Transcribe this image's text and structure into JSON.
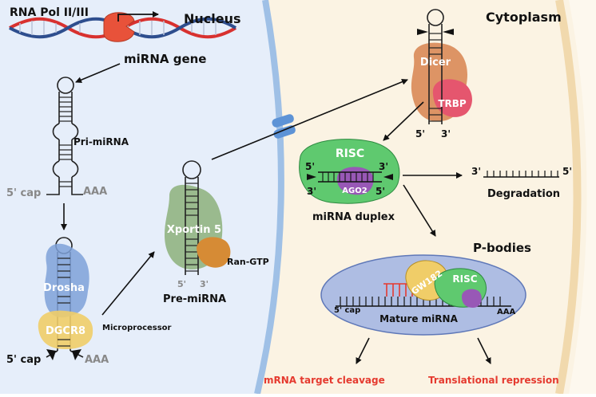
{
  "colors": {
    "nucleus_bg": "#e6eefa",
    "cytoplasm_bg": "#fbf3e3",
    "membrane": "#9fc0e6",
    "cell_edge": "#f1d9ad",
    "dna_red": "#d8312f",
    "dna_blue": "#2e4e8e",
    "polymerase": "#e8523a",
    "drosha": "#7ea1d8",
    "dgcr8": "#f0cd68",
    "xportin": "#8cb07a",
    "ran_gtp": "#d68b35",
    "dicer": "#d98a56",
    "trbp": "#e5566e",
    "risc": "#5fc96f",
    "ago2": "#9858b6",
    "pbody": "#aebde3",
    "gw182": "#f0cd68",
    "highlight_red": "#e53a2f"
  },
  "labels": {
    "rna_pol": "RNA Pol II/III",
    "nucleus": "Nucleus",
    "cytoplasm": "Cytoplasm",
    "mirna_gene": "miRNA gene",
    "pri_mirna": "Pri-miRNA",
    "pri_5cap": "5' cap",
    "pri_aaa": "AAA",
    "drosha": "Drosha",
    "dgcr8": "DGCR8",
    "microprocessor": "Microprocessor",
    "mp_5cap": "5' cap",
    "mp_aaa": "AAA",
    "xportin": "Xportin 5",
    "ran_gtp": "Ran-GTP",
    "pre_5": "5'",
    "pre_3": "3'",
    "pre_mirna": "Pre-miRNA",
    "dicer": "Dicer",
    "trbp": "TRBP",
    "dicer_5": "5'",
    "dicer_3": "3'",
    "risc": "RISC",
    "ago2": "AGO2",
    "duplex_5_top": "5'",
    "duplex_3_top": "3'",
    "duplex_3_bottom": "3'",
    "duplex_5_bottom": "5'",
    "mirna_duplex": "miRNA duplex",
    "deg_3": "3'",
    "deg_5": "5'",
    "degradation": "Degradation",
    "p_bodies": "P-bodies",
    "gw182": "GW182",
    "pbody_risc": "RISC",
    "pbody_5cap": "5' cap",
    "pbody_aaa": "AAA",
    "mature_mirna": "Mature miRNA",
    "outcome_cleavage": "mRNA target cleavage",
    "outcome_repression": "Translational repression"
  }
}
